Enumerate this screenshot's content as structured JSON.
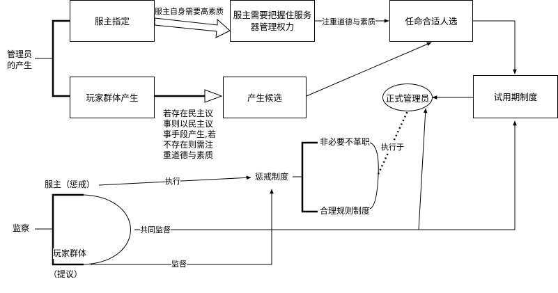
{
  "nodes": {
    "admin_origin": "管理员\n的产生",
    "owner_appoint": "服主指定",
    "power_box": "服主需要把握住服务\n器管理权力",
    "appoint_person": "任命合适人选",
    "player_group": "玩家群体产生",
    "candidate": "产生候选",
    "probation": "试用期制度",
    "official_admin": "正式管理员",
    "penalty": "惩戒制度",
    "non_essential": "非必要不革职",
    "reasonable_rules": "合理规则制度",
    "supervise": "监察",
    "owner_penalty": "服主（惩戒）",
    "player_group2": "玩家群体",
    "proposal": "（提议）"
  },
  "labels": {
    "high_quality": "服主自身需要高素质",
    "moral_quality": "注重道德与素质",
    "democratic_note": "若存在民主议\n事则以民主议\n事手段产生,若\n不存在则需注\n重道德与素质",
    "execute": "执行",
    "execute_at": "执行于",
    "joint_supervise": "共同监督",
    "supervise_label": "监督"
  }
}
